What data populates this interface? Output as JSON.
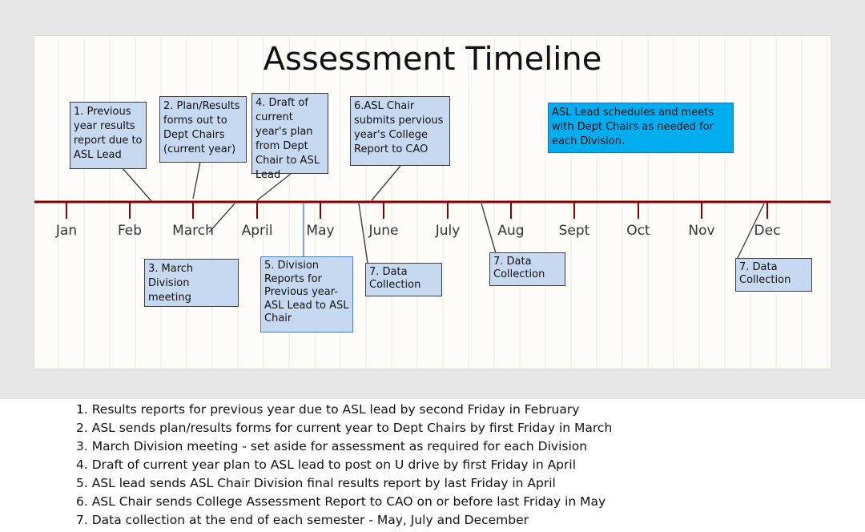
{
  "title": "Assessment Timeline",
  "months": [
    "Jan",
    "Feb",
    "March",
    "April",
    "May",
    "June",
    "July",
    "Aug",
    "Sept",
    "Oct",
    "Nov",
    "Dec"
  ],
  "boxes": {
    "b1": "1. Previous year results report due to ASL Lead",
    "b2": "2. Plan/Results forms out to Dept Chairs (current year)",
    "b3": "3. March Division meeting",
    "b4": "4. Draft of current year's plan from Dept Chair to ASL Lead",
    "b5": "5. Division Reports for Previous year- ASL Lead to ASL Chair",
    "b6": "6.ASL Chair submits pervious year's College Report  to CAO",
    "b7a": "7. Data Collection",
    "b7b": "7. Data Collection",
    "b7c": "7. Data Collection",
    "b8": "ASL Lead schedules and meets with Dept Chairs as needed for each Division."
  },
  "notes": [
    "1. Results reports for previous year due to ASL lead by second Friday in February",
    "2. ASL sends plan/results forms for current year to Dept Chairs by first Friday in March",
    "3. March Division meeting - set aside for assessment as required for each Division",
    "4. Draft of current year plan to ASL lead to post on U drive by first Friday in April",
    "5.  ASL lead sends ASL Chair Division final results report by last Friday in April",
    "6. ASL Chair sends College Assessment Report to CAO on or before last Friday in May",
    "7. Data collection at the end of each semester - May, July and December"
  ],
  "colors": {
    "timeline": "#8b0000",
    "box_fill": "#c6d9f1",
    "highlight_fill": "#00aeef"
  }
}
